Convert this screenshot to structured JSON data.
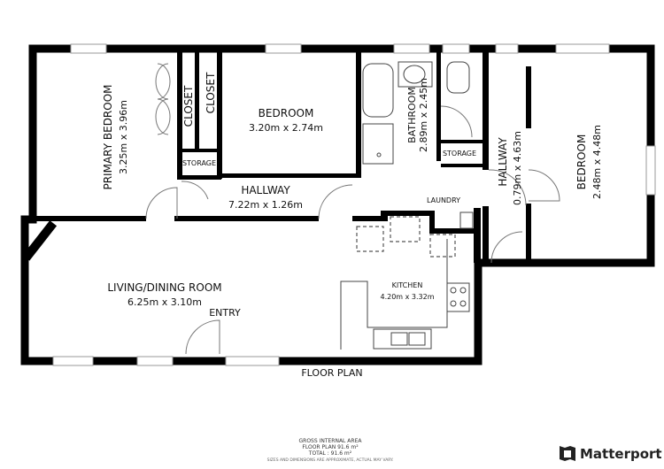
{
  "rooms": {
    "primary_bedroom": {
      "name": "PRIMARY BEDROOM",
      "size": "3.25m x 3.96m"
    },
    "closet_1": {
      "name": "CLOSET"
    },
    "closet_2": {
      "name": "CLOSET"
    },
    "bedroom_1": {
      "name": "BEDROOM",
      "size": "3.20m x 2.74m"
    },
    "storage_1": {
      "name": "STORAGE"
    },
    "bathroom": {
      "name": "BATHROOM",
      "size": "2.89m x 2.45m"
    },
    "storage_2": {
      "name": "STORAGE"
    },
    "hallway_main": {
      "name": "HALLWAY",
      "size": "7.22m x 1.26m"
    },
    "laundry": {
      "name": "LAUNDRY"
    },
    "hallway_side": {
      "name": "HALLWAY",
      "size": "0.79m x 4.63m"
    },
    "bedroom_2": {
      "name": "BEDROOM",
      "size": "2.48m x 4.48m"
    },
    "living": {
      "name": "LIVING/DINING ROOM",
      "size": "6.25m x 3.10m"
    },
    "entry": {
      "name": "ENTRY"
    },
    "kitchen": {
      "name": "KITCHEN",
      "size": "4.20m x 3.32m"
    }
  },
  "plan_title": "FLOOR PLAN",
  "footer": {
    "line1": "GROSS INTERNAL AREA",
    "line2": "FLOOR PLAN 91.6 m²",
    "line3": "TOTAL :  91.6 m²",
    "disclaimer": "SIZES AND DIMENSIONS ARE APPROXIMATE, ACTUAL MAY VARY."
  },
  "brand": {
    "name": "Matterport",
    "icon": "matterport-logo-icon"
  },
  "colors": {
    "wall": "#000000",
    "background": "#ffffff"
  }
}
